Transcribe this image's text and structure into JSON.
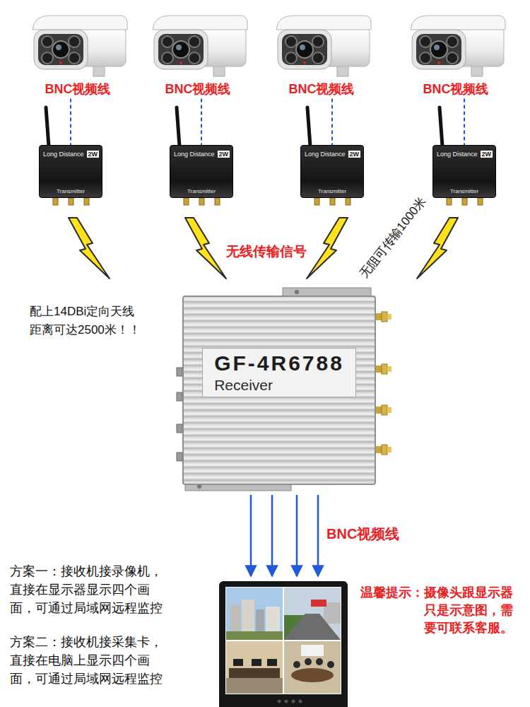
{
  "diagram": {
    "nodes": [
      {
        "text": [
          "BNC视频线"
        ]
      },
      {
        "text": [
          "BNC视频线"
        ]
      },
      {
        "text": [
          "BNC视频线"
        ]
      },
      {
        "text": [
          "BNC视频线"
        ]
      },
      {
        "text": [
          "Long Distance",
          "2W",
          "Transmitter"
        ]
      },
      {
        "text": [
          "Long Distance",
          "2W",
          "Transmitter"
        ]
      },
      {
        "text": [
          "Long Distance",
          "2W",
          "Transmitter"
        ]
      },
      {
        "text": [
          "Long Distance",
          "2W",
          "Transmitter"
        ]
      },
      {
        "text": [
          "GF-4R6788",
          "Receiver"
        ]
      }
    ],
    "edges": [
      {
        "from": 0,
        "to": 4,
        "arrow": "none"
      },
      {
        "from": 1,
        "to": 5,
        "arrow": "none"
      },
      {
        "from": 2,
        "to": 6,
        "arrow": "none"
      },
      {
        "from": 3,
        "to": 7,
        "arrow": "none"
      }
    ],
    "labels": [
      "无线传输信号",
      "无阻可传输1000米",
      "配上14DBi定向天线 距离可达2500米！！",
      "BNC视频线",
      "方案一：接收机接录像机， 直接在显示器显示四个画 面，可通过局域网远程监控",
      "方案二：接收机接采集卡， 直接在电脑上显示四个画 面，可通过局域网远程监控",
      "温馨提示：摄像头跟显示器 只是示意图，需 要可联系客服。"
    ]
  }
}
